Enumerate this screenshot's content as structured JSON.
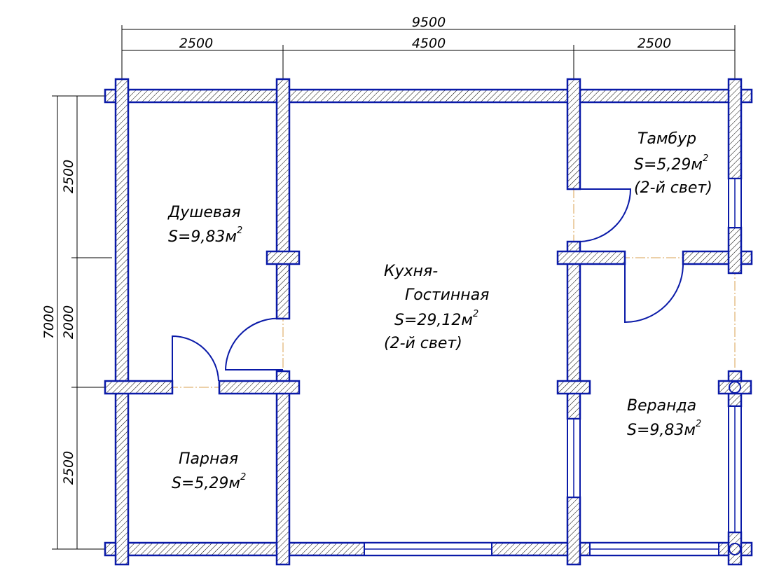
{
  "dimensions": {
    "total_width": "9500",
    "width_segments": [
      "2500",
      "4500",
      "2500"
    ],
    "total_height": "7000",
    "height_segments": [
      "2500",
      "2000",
      "2500"
    ]
  },
  "rooms": [
    {
      "name": "Душевая",
      "area": "S=9,83м",
      "sup": "2"
    },
    {
      "name": "Парная",
      "area": "S=5,29м",
      "sup": "2"
    },
    {
      "name": "Кухня-",
      "name2": "Гостинная",
      "area": "S=29,12м",
      "sup": "2",
      "note": "(2-й свет)"
    },
    {
      "name": "Тамбур",
      "area": "S=5,29м",
      "sup": "2",
      "note": "(2-й свет)"
    },
    {
      "name": "Веранда",
      "area": "S=9,83м",
      "sup": "2"
    }
  ],
  "colors": {
    "wall": "#0a1aa8",
    "axis": "#d9a050"
  }
}
